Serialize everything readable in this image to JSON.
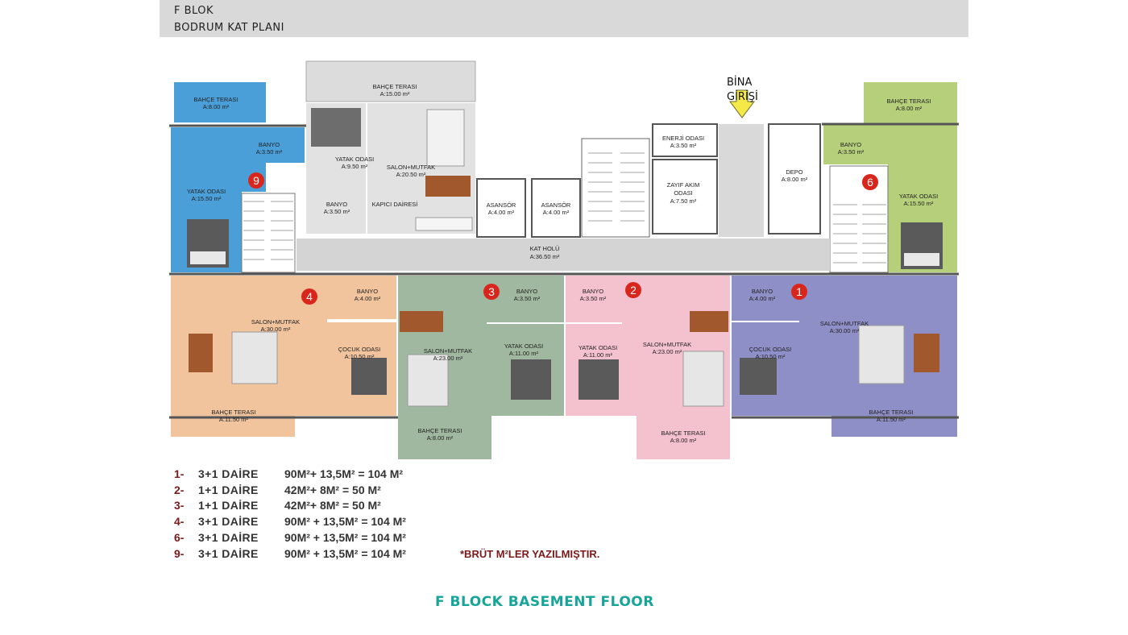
{
  "header": {
    "line1": "F BLOK",
    "line2": "BODRUM KAT PLANI"
  },
  "entrance": {
    "line1": "BİNA",
    "line2": "GİRİŞİ"
  },
  "rooms": {
    "r9_terrace": {
      "name": "BAHÇE TERASI",
      "area": "A:8.00 m²"
    },
    "r9_bath": {
      "name": "BANYO",
      "area": "A:3.50 m²"
    },
    "r9_bed": {
      "name": "YATAK ODASI",
      "area": "A:15.50 m²"
    },
    "k_terrace": {
      "name": "BAHÇE TERASI",
      "area": "A:15.00 m²"
    },
    "k_bed": {
      "name": "YATAK ODASI",
      "area": "A:9.50 m²"
    },
    "k_salon": {
      "name": "SALON+MUTFAK",
      "area": "A:20.50 m²"
    },
    "k_bath": {
      "name": "BANYO",
      "area": "A:3.50 m²"
    },
    "k_label": {
      "name": "KAPICI DAİRESİ"
    },
    "lift1": {
      "name": "ASANSÖR",
      "area": "A:4.00 m²"
    },
    "lift2": {
      "name": "ASANSÖR",
      "area": "A:4.00 m²"
    },
    "energy": {
      "name": "ENERJİ ODASI",
      "area": "A:3.50 m²"
    },
    "weak1": {
      "name": "ZAYIF AKIM",
      "name2": "ODASI",
      "area": "A:7.50 m²"
    },
    "depo": {
      "name": "DEPO",
      "area": "A:8.00 m²"
    },
    "hall": {
      "name": "KAT HOLÜ",
      "area": "A:36.50 m²"
    },
    "r6_terrace": {
      "name": "BAHÇE TERASI",
      "area": "A:8.00 m²"
    },
    "r6_bath": {
      "name": "BANYO",
      "area": "A:3.50 m²"
    },
    "r6_bed": {
      "name": "YATAK ODASI",
      "area": "A:15.50 m²"
    },
    "r4_salon": {
      "name": "SALON+MUTFAK",
      "area": "A:30.00 m²"
    },
    "r4_bath": {
      "name": "BANYO",
      "area": "A:4.00 m²"
    },
    "r4_child": {
      "name": "ÇOCUK ODASI",
      "area": "A:10.50 m²"
    },
    "r4_terrace": {
      "name": "BAHÇE TERASI",
      "area": "A:11.50 m²"
    },
    "r3_salon": {
      "name": "SALON+MUTFAK",
      "area": "A:23.00 m²"
    },
    "r3_bath": {
      "name": "BANYO",
      "area": "A:3.50 m²"
    },
    "r3_bed": {
      "name": "YATAK ODASI",
      "area": "A:11.00 m²"
    },
    "r3_terrace": {
      "name": "BAHÇE TERASI",
      "area": "A:8.00 m²"
    },
    "r2_bath": {
      "name": "BANYO",
      "area": "A:3.50 m²"
    },
    "r2_bed": {
      "name": "YATAK ODASI",
      "area": "A:11.00 m²"
    },
    "r2_salon": {
      "name": "SALON+MUTFAK",
      "area": "A:23.00 m²"
    },
    "r2_terrace": {
      "name": "BAHÇE TERASI",
      "area": "A:8.00 m²"
    },
    "r1_bath": {
      "name": "BANYO",
      "area": "A:4.00 m²"
    },
    "r1_child": {
      "name": "ÇOCUK ODASI",
      "area": "A:10.50 m²"
    },
    "r1_salon": {
      "name": "SALON+MUTFAK",
      "area": "A:30.00 m²"
    },
    "r1_terrace": {
      "name": "BAHÇE TERASI",
      "area": "A:11.50 m²"
    }
  },
  "markers": {
    "m9": "9",
    "m4": "4",
    "m3": "3",
    "m2": "2",
    "m1": "1",
    "m6": "6"
  },
  "legend": [
    {
      "num": "1-",
      "type": "3+1 DAİRE",
      "area": "90M²+ 13,5M² = 104 M²"
    },
    {
      "num": "2-",
      "type": "1+1 DAİRE",
      "area": "42M²+ 8M² = 50 M²"
    },
    {
      "num": "3-",
      "type": "1+1 DAİRE",
      "area": "42M²+ 8M² = 50 M²"
    },
    {
      "num": "4-",
      "type": "3+1 DAİRE",
      "area": "90M² + 13,5M² = 104 M²"
    },
    {
      "num": "6-",
      "type": "3+1 DAİRE",
      "area": "90M² + 13,5M² = 104 M²"
    },
    {
      "num": "9-",
      "type": "3+1 DAİRE",
      "area": "90M² + 13,5M² = 104 M²"
    }
  ],
  "note": "*BRÜT M²LER YAZILMIŞTIR.",
  "caption": "F BLOCK BASEMENT FLOOR",
  "colors": {
    "unit9": "#4a9fd8",
    "unit6": "#b6cf7a",
    "unit4": "#f1c49e",
    "unit3": "#9fb89f",
    "unit2": "#f4c1cf",
    "unit1": "#8f8fc8",
    "common": "#d6d6d6",
    "wall": "#555555",
    "marker": "#d9261c",
    "caption": "#17a59a"
  }
}
